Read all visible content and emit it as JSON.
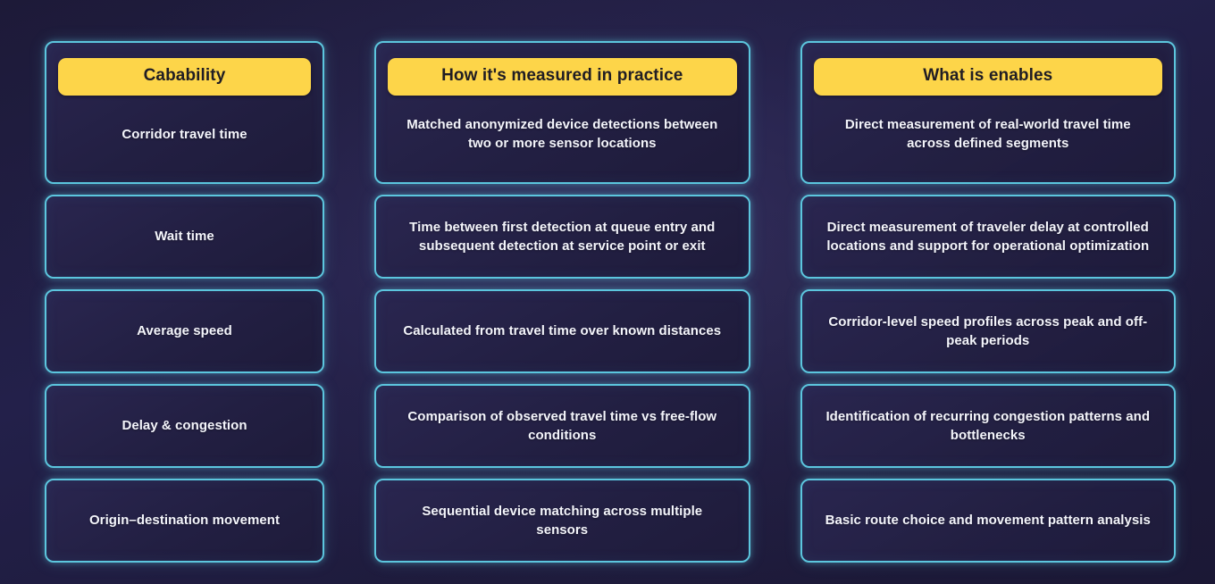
{
  "theme": {
    "background": "#1e1b3a",
    "card_background": "#262250",
    "border_accent": "#5cc6de",
    "header_pill": "#fdd549",
    "header_pill_text": "#201d24",
    "body_text": "#f4f5fb"
  },
  "table": {
    "columns": [
      {
        "id": "capability",
        "header": "Cabability"
      },
      {
        "id": "measured",
        "header": "How it's measured in practice"
      },
      {
        "id": "enables",
        "header": "What is enables"
      }
    ],
    "rows": [
      {
        "capability": "Corridor travel time",
        "measured": "Matched anonymized device detections between two or more sensor locations",
        "enables": "Direct measurement of real-world travel time across defined segments"
      },
      {
        "capability": "Wait time",
        "measured": "Time between first detection at queue entry and subsequent detection at service point or exit",
        "enables": "Direct measurement of traveler delay at controlled locations and support for operational optimization"
      },
      {
        "capability": "Average speed",
        "measured": "Calculated from travel time over known distances",
        "enables": "Corridor-level speed profiles across peak and off-peak periods"
      },
      {
        "capability": "Delay & congestion",
        "measured": "Comparison of observed travel time vs free-flow conditions",
        "enables": "Identification of recurring congestion patterns and bottlenecks"
      },
      {
        "capability": "Origin–destination movement",
        "measured": "Sequential device matching across multiple sensors",
        "enables": "Basic route choice and movement pattern analysis"
      }
    ]
  }
}
